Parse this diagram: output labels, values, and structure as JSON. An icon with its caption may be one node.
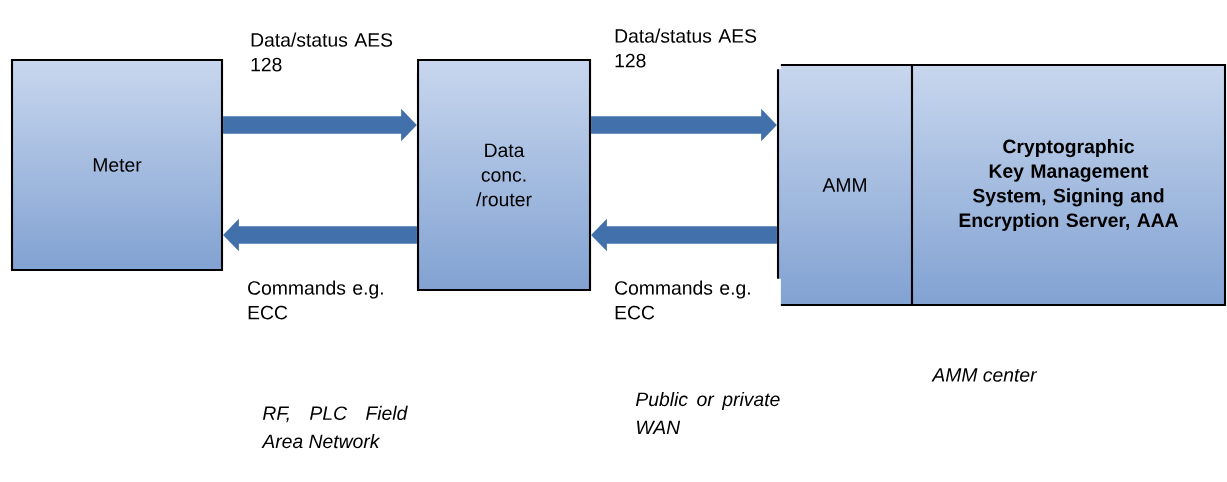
{
  "diagram": {
    "nodes": [
      {
        "text": [
          "Meter"
        ]
      },
      {
        "text": [
          "Data conc. /router"
        ]
      },
      {
        "text": [
          "AMM"
        ]
      },
      {
        "text": [
          "Cryptographic Key Management System, Signing and Encryption Server, AAA"
        ]
      }
    ],
    "edges": [
      {
        "from": 0,
        "to": 1,
        "arrow": "to",
        "label": "Data/status AES 128"
      },
      {
        "from": 1,
        "to": 0,
        "arrow": "to",
        "label": "Commands e.g. ECC"
      },
      {
        "from": 1,
        "to": 2,
        "arrow": "to",
        "label": "Data/status AES 128"
      },
      {
        "from": 2,
        "to": 1,
        "arrow": "to",
        "label": "Commands e.g. ECC"
      }
    ],
    "labels": [
      "RF, PLC Field Area Network",
      "Public or private WAN",
      "AMM center"
    ]
  }
}
